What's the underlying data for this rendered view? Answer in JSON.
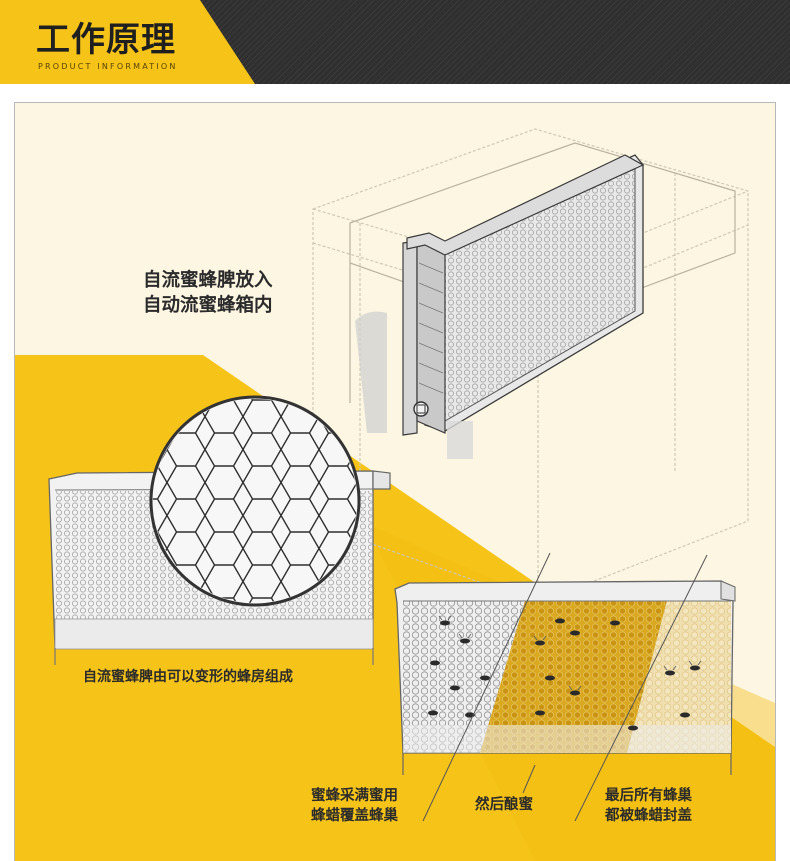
{
  "header": {
    "title": "工作原理",
    "subtitle": "PRODUCT INFORMATION"
  },
  "colors": {
    "accent_yellow": "#f6c318",
    "header_dark": "#2f2f2f",
    "panel_bg": "#fcf6e2",
    "honey": "#d8a51d"
  },
  "diagram": {
    "label_insert_line1": "自流蜜蜂脾放入",
    "label_insert_line2": "自动流蜜蜂箱内",
    "label_frame": "自流蜜蜂脾由可以变形的蜂房组成",
    "label_step1_line1": "蜜蜂采满蜜用",
    "label_step1_line2": "蜂蜡覆盖蜂巢",
    "label_step2": "然后酿蜜",
    "label_step3_line1": "最后所有蜂巢",
    "label_step3_line2": "都被蜂蜡封盖"
  }
}
